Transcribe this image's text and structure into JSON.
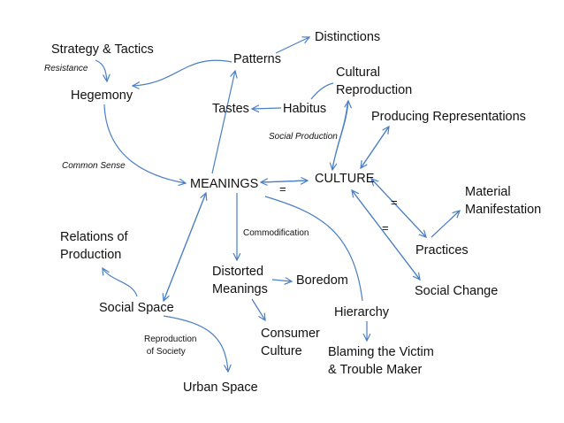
{
  "nodes": {
    "strategy_tactics": "Strategy & Tactics",
    "resistance": "Resistance",
    "hegemony": "Hegemony",
    "common_sense": "Common Sense",
    "patterns": "Patterns",
    "distinctions": "Distinctions",
    "cultural_reproduction": "Cultural\nReproduction",
    "tastes": "Tastes",
    "habitus": "Habitus",
    "producing_representations": "Producing Representations",
    "social_production": "Social Production",
    "meanings": "MEANINGS",
    "culture": "CULTURE",
    "equals_1": "=",
    "equals_2": "=",
    "equals_3": "=",
    "material_manifestation": "Material\nManifestation",
    "commodification": "Commodification",
    "relations_of_production": "Relations of\nProduction",
    "practices": "Practices",
    "distorted_meanings": "Distorted\nMeanings",
    "boredom": "Boredom",
    "social_change": "Social Change",
    "social_space": "Social Space",
    "hierarchy": "Hierarchy",
    "reproduction_of_society": "Reproduction\n of Society",
    "consumer_culture": "Consumer\nCulture",
    "blaming_the_victim": "Blaming the Victim\n& Trouble Maker",
    "urban_space": "Urban Space"
  },
  "colors": {
    "arrow": "#4a7fc4",
    "text": "#111111"
  }
}
